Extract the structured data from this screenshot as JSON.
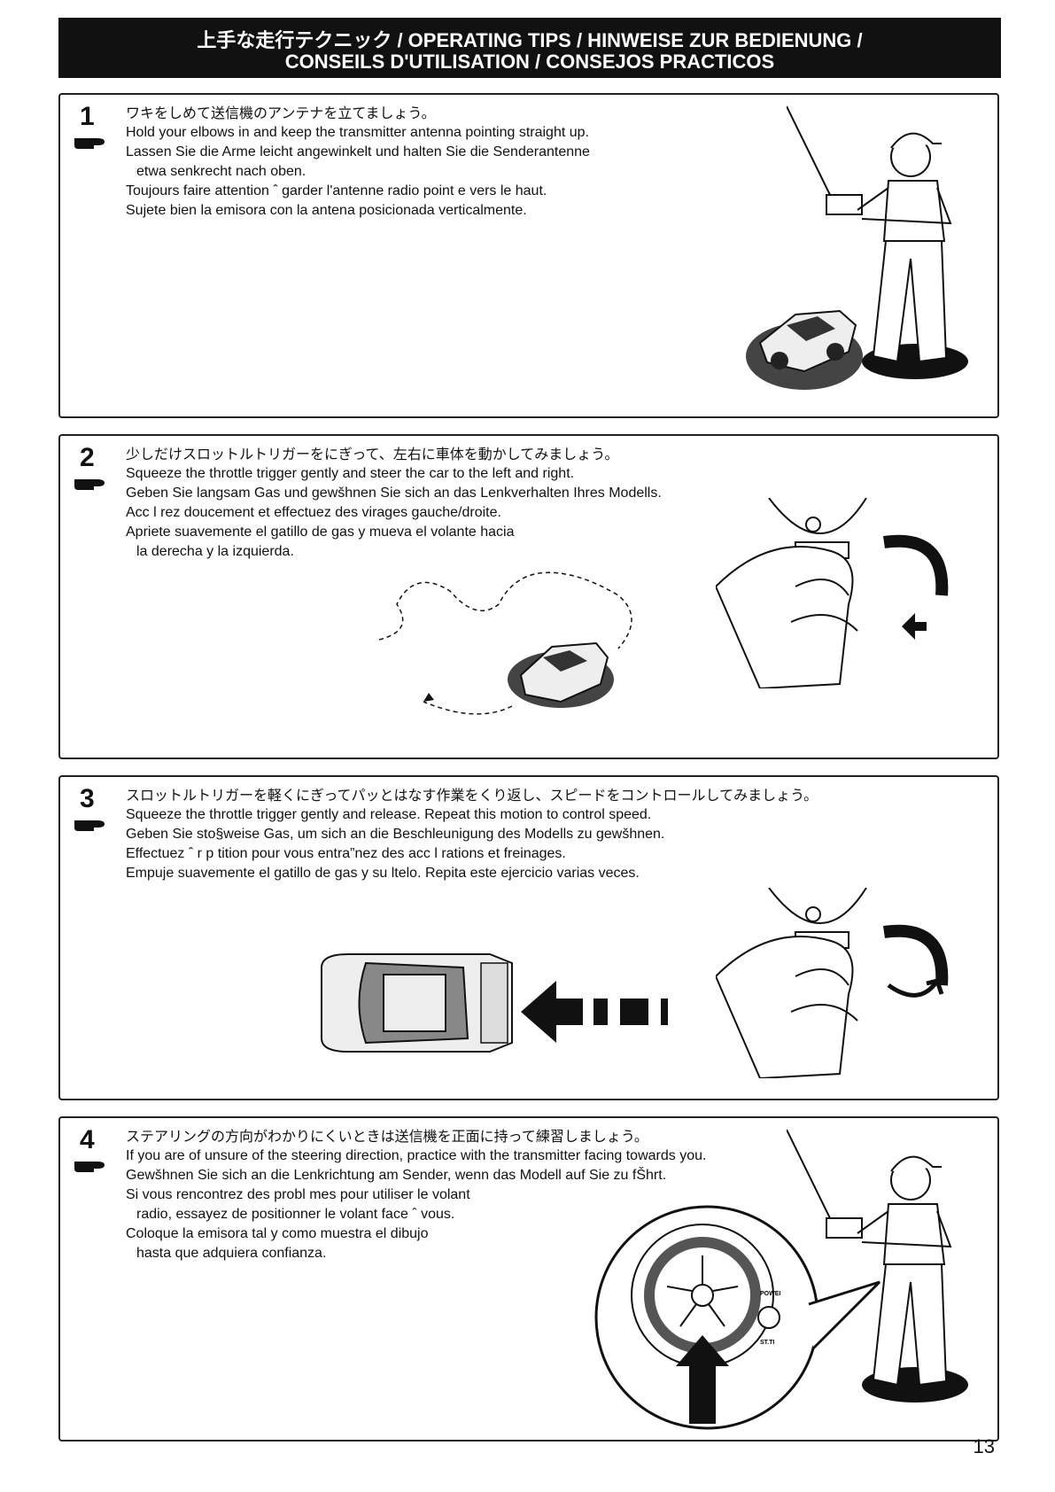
{
  "header": {
    "line1": "上手な走行テクニック / OPERATING TIPS / HINWEISE ZUR BEDIENUNG /",
    "line2": "CONSEILS D'UTILISATION / CONSEJOS PRACTICOS"
  },
  "sections": [
    {
      "number": "1",
      "lines": [
        "ワキをしめて送信機のアンテナを立てましょう。",
        "Hold your elbows in and keep the transmitter antenna pointing straight up.",
        "Lassen Sie die Arme leicht angewinkelt und halten Sie die Senderantenne",
        "etwa senkrecht nach oben.",
        "Toujours faire attention ˆ garder l'antenne radio point e vers le haut.",
        "Sujete bien la emisora con la antena posicionada verticalmente."
      ]
    },
    {
      "number": "2",
      "lines": [
        "少しだけスロットルトリガーをにぎって、左右に車体を動かしてみましょう。",
        "Squeeze the throttle trigger gently and steer the car to the left and right.",
        "Geben Sie langsam Gas und gewšhnen Sie sich an das Lenkverhalten Ihres Modells.",
        "Acc l rez doucement et effectuez des virages gauche/droite.",
        "Apriete suavemente el gatillo de gas y mueva el volante hacia",
        "la derecha y la izquierda."
      ]
    },
    {
      "number": "3",
      "lines": [
        "スロットルトリガーを軽くにぎってパッとはなす作業をくり返し、スピードをコントロールしてみましょう。",
        "Squeeze the throttle trigger gently and release. Repeat this motion to control speed.",
        "Geben Sie sto§weise Gas, um sich an die Beschleunigung des Modells zu gewšhnen.",
        "Effectuez ˆ r p tition pour vous entra”nez des acc l rations et freinages.",
        "Empuje suavemente el gatillo de gas y su ltelo. Repita este ejercicio varias veces."
      ]
    },
    {
      "number": "4",
      "lines": [
        "ステアリングの方向がわかりにくいときは送信機を正面に持って練習しましょう。",
        "If you are of unsure of the steering direction, practice with the transmitter facing towards you.",
        "Gewšhnen Sie sich an die Lenkrichtung am Sender, wenn das Modell auf Sie zu fŠhrt.",
        "Si vous rencontrez des probl mes pour utiliser le volant",
        "radio, essayez de positionner le volant face ˆ vous.",
        "Coloque la emisora tal y como muestra el dibujo",
        "hasta que adquiera confianza."
      ]
    }
  ],
  "figure_labels": {
    "power": "POWEI",
    "st_trim": "ST.TI"
  },
  "page_number": "13"
}
